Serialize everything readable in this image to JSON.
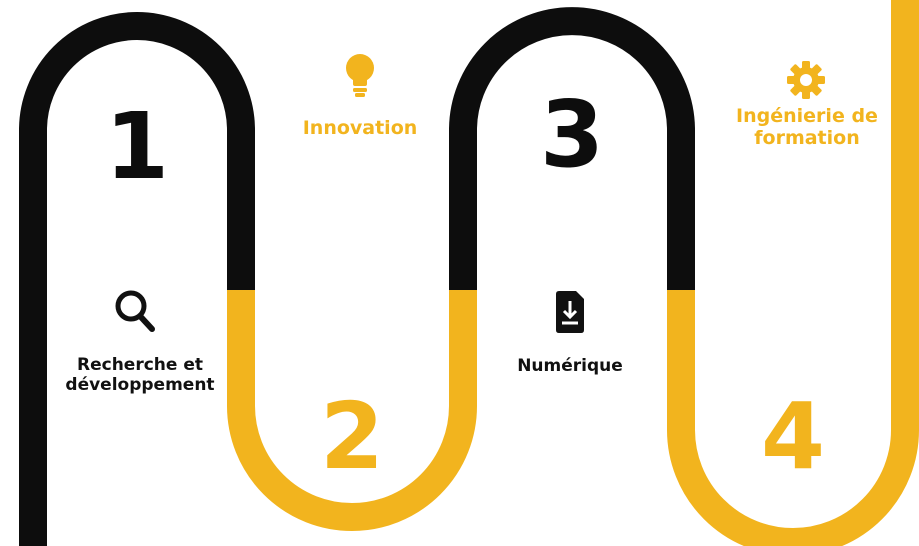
{
  "colors": {
    "dark": "#0d0d0d",
    "accent": "#f2b41e",
    "background": "#ffffff"
  },
  "steps": [
    {
      "number": "1",
      "label": "Recherche et\ndéveloppement",
      "icon": "search-icon"
    },
    {
      "number": "2",
      "label": "Innovation",
      "icon": "lightbulb-icon"
    },
    {
      "number": "3",
      "label": "Numérique",
      "icon": "download-icon"
    },
    {
      "number": "4",
      "label": "Ingénierie de\nformation",
      "icon": "gear-icon"
    }
  ]
}
